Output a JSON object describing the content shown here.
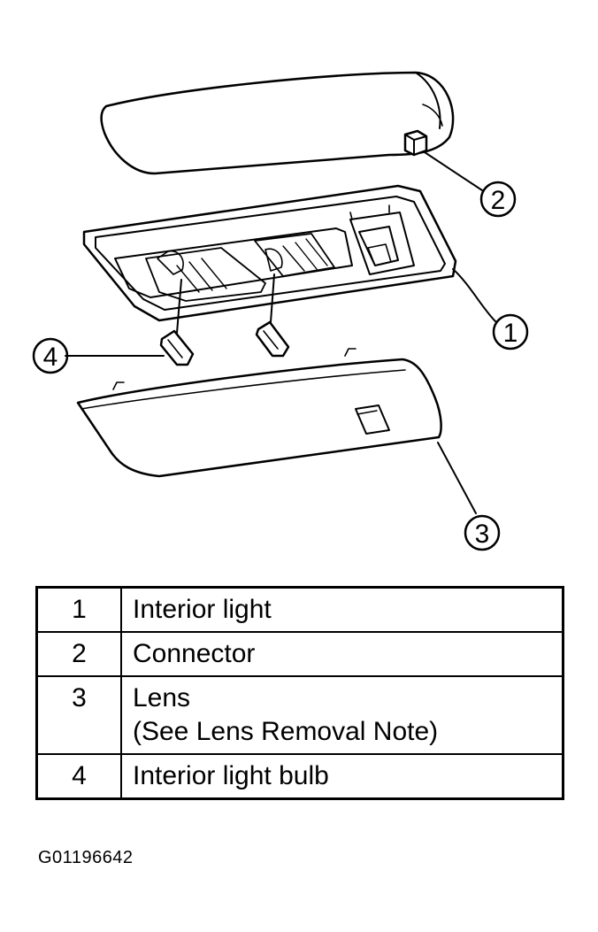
{
  "callouts": [
    {
      "number": "1"
    },
    {
      "number": "2"
    },
    {
      "number": "3"
    },
    {
      "number": "4"
    }
  ],
  "legend": [
    {
      "number": "1",
      "description": "Interior light"
    },
    {
      "number": "2",
      "description": "Connector"
    },
    {
      "number": "3",
      "description": "Lens\n(See Lens Removal Note)"
    },
    {
      "number": "4",
      "description": "Interior light bulb"
    }
  ],
  "figure_id": "G01196642"
}
